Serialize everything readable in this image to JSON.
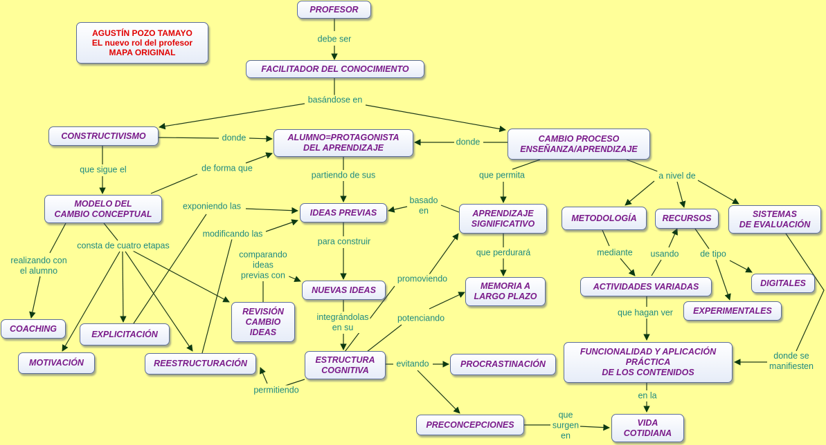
{
  "nodes": {
    "author": "AGUSTÍN POZO TAMAYO\nEL nuevo rol del profesor\nMAPA ORIGINAL",
    "profesor": "PROFESOR",
    "facilitador": "FACILITADOR DEL CONOCIMIENTO",
    "constructivismo": "CONSTRUCTIVISMO",
    "alumno": "ALUMNO=PROTAGONISTA\nDEL APRENDIZAJE",
    "cambio_proceso": "CAMBIO PROCESO\nENSEÑANZA/APRENDIZAJE",
    "modelo": "MODELO DEL\nCAMBIO CONCEPTUAL",
    "ideas_previas": "IDEAS PREVIAS",
    "aprendizaje": "APRENDIZAJE\nSIGNIFICATIVO",
    "metodologia": "METODOLOGÍA",
    "recursos": "RECURSOS",
    "sistemas": "SISTEMAS\nDE EVALUACIÓN",
    "nuevas_ideas": "NUEVAS IDEAS",
    "memoria": "MEMORIA A\nLARGO PLAZO",
    "actividades": "ACTIVIDADES VARIADAS",
    "digitales": "DIGITALES",
    "experimentales": "EXPERIMENTALES",
    "revision": "REVISIÓN\nCAMBIO\nIDEAS",
    "coaching": "COACHING",
    "explicitacion": "EXPLICITACIÓN",
    "motivacion": "MOTIVACIÓN",
    "reestructuracion": "REESTRUCTURACIÓN",
    "estructura": "ESTRUCTURA\nCOGNITIVA",
    "procrastinacion": "PROCRASTINACIÓN",
    "funcionalidad": "FUNCIONALIDAD Y APLICACIÓN\nPRÁCTICA\nDE LOS CONTENIDOS",
    "preconcepciones": "PRECONCEPCIONES",
    "vida": "VIDA\nCOTIDIANA"
  },
  "links": {
    "debe_ser": "debe ser",
    "basandose_en": "basándose en",
    "donde_1": "donde",
    "donde_2": "donde",
    "que_sigue_el": "que sigue el",
    "de_forma_que": "de forma que",
    "partiendo_de_sus": "partiendo de sus",
    "que_permita": "que permita",
    "a_nivel_de": "a nivel de",
    "exponiendo_las": "exponiendo las",
    "basado_en": "basado\nen",
    "modificando_las": "modificando las",
    "consta": "consta de cuatro etapas",
    "para_construir": "para construir",
    "que_perdurara": "que perdurará",
    "mediante": "mediante",
    "usando": "usando",
    "de_tipo": "de tipo",
    "realizando": "realizando con\nel alumno",
    "comparando": "comparando\nideas\nprevias con",
    "promoviendo": "promoviendo",
    "integrandolas": "integrándolas\nen su",
    "potenciando": "potenciando",
    "que_hagan_ver": "que hagan ver",
    "donde_se": "donde se\nmanifiesten",
    "evitando": "evitando",
    "permitiendo": "permitiendo",
    "en_la": "en la",
    "que_surgen": "que\nsurgen\nen"
  }
}
